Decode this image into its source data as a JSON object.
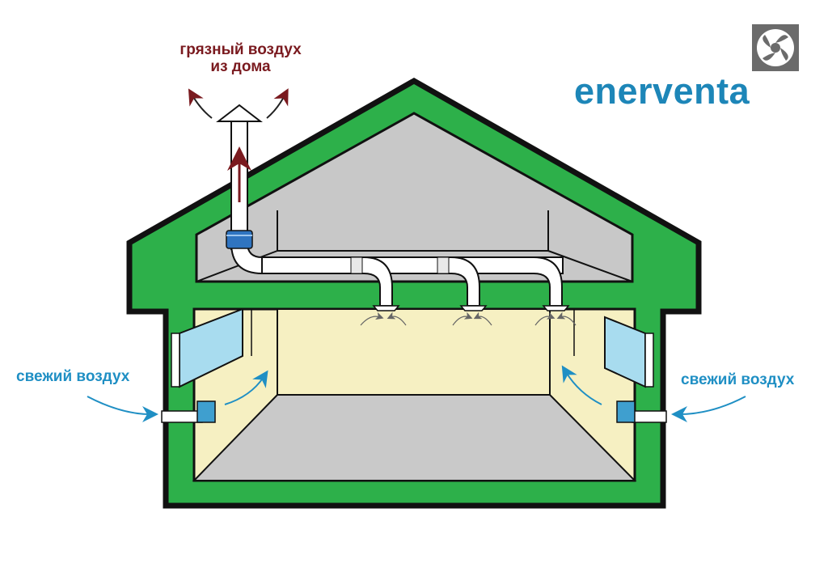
{
  "labels": {
    "dirty_air_line1": "грязный воздух",
    "dirty_air_line2": "из дома",
    "fresh_air_left": "свежий воздух",
    "fresh_air_right": "свежий воздух"
  },
  "brand": {
    "name": "enerventa",
    "logo_icon": "fan-icon"
  },
  "colors": {
    "wall_green": "#2db04a",
    "attic_gray": "#c8c8c8",
    "room_cream": "#f6f0c2",
    "floor_gray": "#c9c9c9",
    "window_blue": "#a8dcef",
    "fan_blue": "#2f74c0",
    "dirty_air_red": "#7a1a1f",
    "fresh_air_blue": "#1f8fc4",
    "brand_blue": "#1d86b8"
  }
}
